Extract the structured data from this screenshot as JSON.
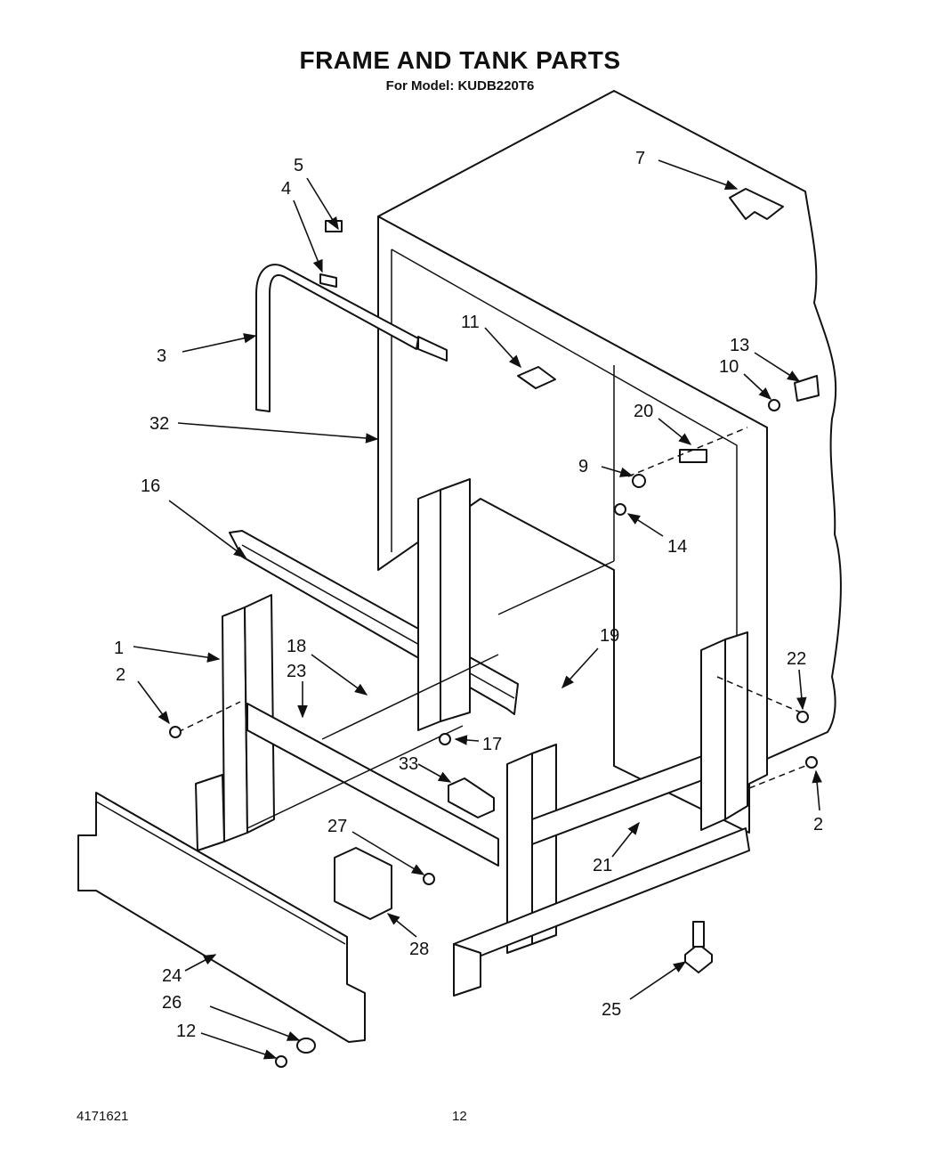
{
  "header": {
    "title": "FRAME AND TANK PARTS",
    "subtitle": "For Model: KUDB220T6"
  },
  "footer": {
    "doc_number": "4171621",
    "page_number": "12"
  },
  "callouts": {
    "c1": "1",
    "c2a": "2",
    "c2b": "2",
    "c3": "3",
    "c4": "4",
    "c5": "5",
    "c7": "7",
    "c9": "9",
    "c10": "10",
    "c11": "11",
    "c12": "12",
    "c13": "13",
    "c14": "14",
    "c16": "16",
    "c17": "17",
    "c18": "18",
    "c19": "19",
    "c20": "20",
    "c21": "21",
    "c22": "22",
    "c23": "23",
    "c24": "24",
    "c25": "25",
    "c26": "26",
    "c27": "27",
    "c28": "28",
    "c32": "32",
    "c33": "33"
  }
}
